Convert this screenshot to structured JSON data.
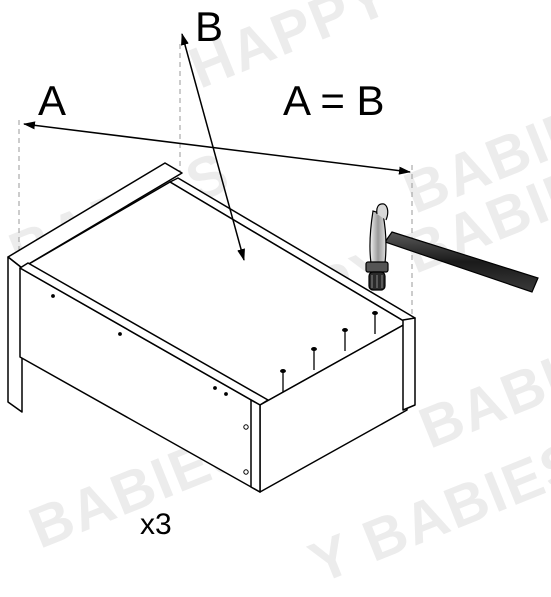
{
  "labels": {
    "a": "A",
    "b": "B",
    "equation": "A = B",
    "quantity": "x3"
  },
  "watermark": [
    "HAPPY",
    "BABIES",
    "HAPPY BABIES",
    "BABIES",
    "BABIES",
    "Y BABIES",
    "BABIES"
  ],
  "colors": {
    "line": "#000000",
    "guide": "#999999",
    "watermark": "#c8c8c8"
  }
}
